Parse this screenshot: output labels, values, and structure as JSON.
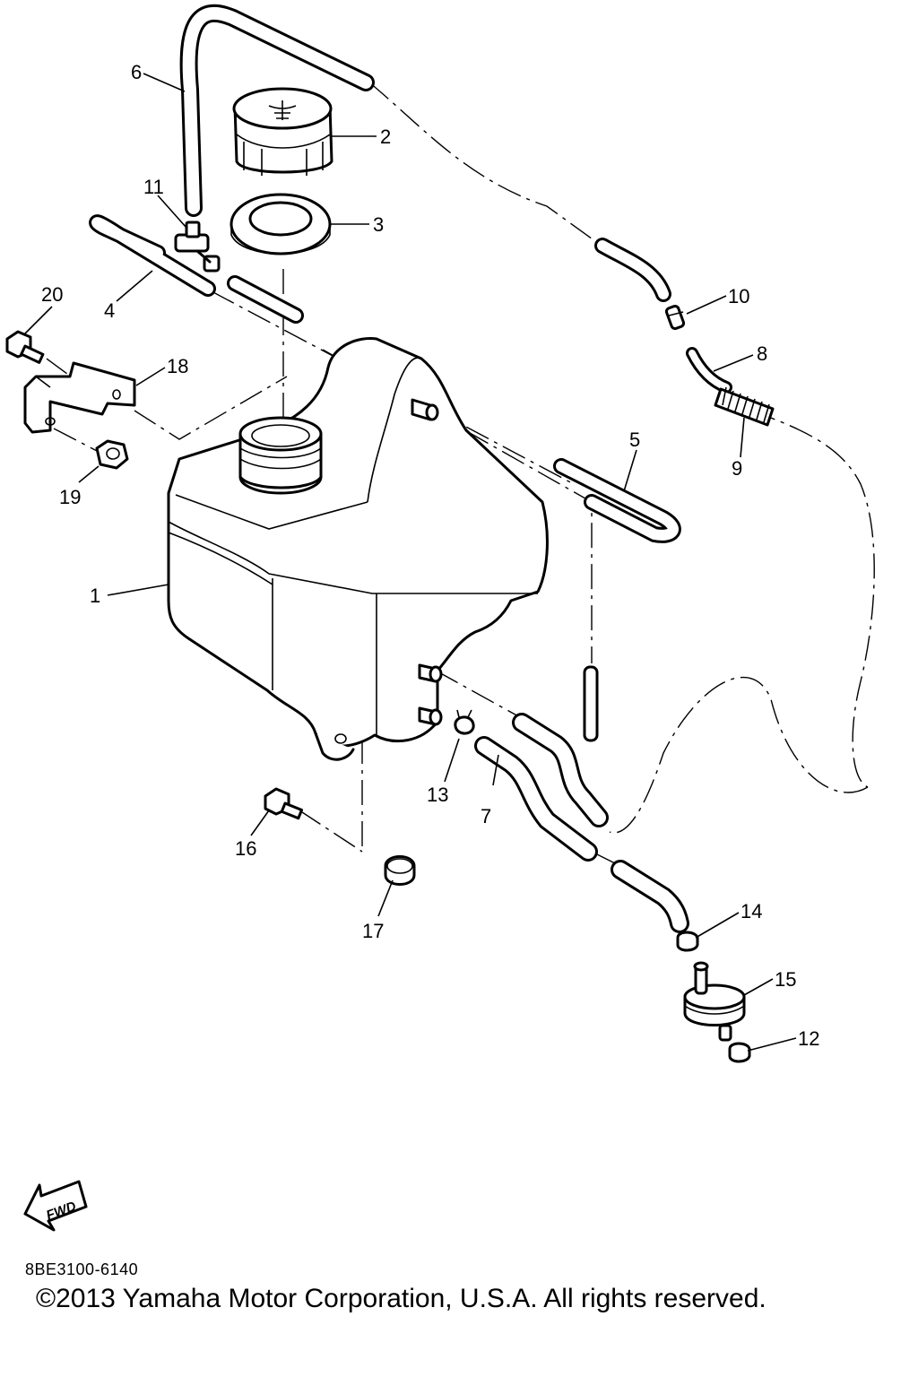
{
  "callouts": [
    "1",
    "2",
    "3",
    "4",
    "5",
    "6",
    "7",
    "8",
    "9",
    "10",
    "11",
    "12",
    "13",
    "14",
    "15",
    "16",
    "17",
    "18",
    "19",
    "20"
  ],
  "fwd_label": "FWD",
  "ref_code": "8BE3100-6140",
  "copyright": "©2013 Yamaha Motor Corporation, U.S.A. All rights reserved.",
  "colors": {
    "line": "#000000",
    "background": "#ffffff"
  },
  "icons": [
    "fwd-arrow-icon",
    "cap-emblem-icon"
  ]
}
